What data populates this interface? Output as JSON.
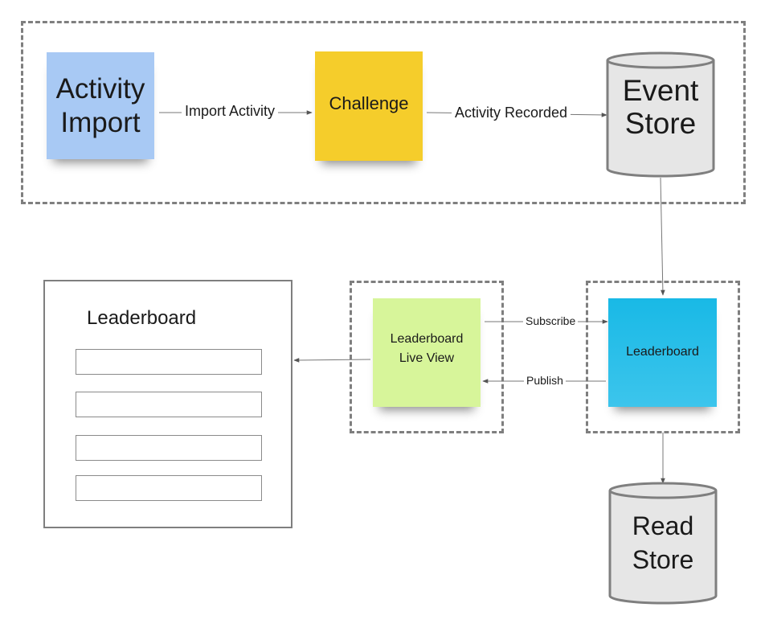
{
  "diagram": {
    "activity_import": {
      "line1": "Activity",
      "line2": "Import"
    },
    "challenge": {
      "label": "Challenge"
    },
    "event_store": {
      "line1": "Event",
      "line2": "Store"
    },
    "leaderboard_live_view": {
      "line1": "Leaderboard",
      "line2": "Live View"
    },
    "leaderboard_projection": {
      "label": "Leaderboard"
    },
    "read_store": {
      "line1": "Read",
      "line2": "Store"
    },
    "leaderboard_ui": {
      "title": "Leaderboard",
      "rows": [
        "",
        "",
        "",
        ""
      ]
    },
    "edges": {
      "import_activity": "Import Activity",
      "activity_recorded": "Activity Recorded",
      "subscribe": "Subscribe",
      "publish": "Publish"
    },
    "colors": {
      "activity_import": "#a8c9f4",
      "challenge": "#f5cd2b",
      "live_view": "#d7f59a",
      "leaderboard_projection": "#19b9e6",
      "store_fill": "#e6e6e6",
      "border_gray": "#7f7f7f"
    }
  }
}
